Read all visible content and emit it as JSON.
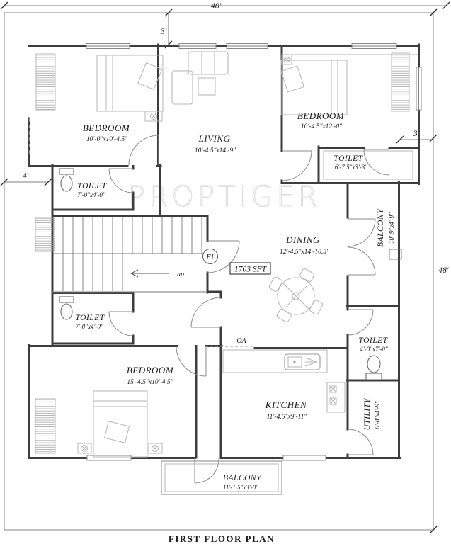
{
  "plan": {
    "title": "FIRST FLOOR PLAN",
    "watermark": "PROPTIGER",
    "area_label": "1703  SFT",
    "flat_label": "F1",
    "stair_direction": "up",
    "open_area_label": "OA"
  },
  "dimensions": {
    "total_width": "40'",
    "total_height": "48'",
    "setback_top": "3'",
    "setback_left": "4'",
    "setback_right": "3'"
  },
  "rooms": [
    {
      "id": "bedroom-top-left",
      "name": "BEDROOM",
      "dims": "10'-0\"x10'-4.5\""
    },
    {
      "id": "living",
      "name": "LIVING",
      "dims": "10'-4.5\"x14'-9\""
    },
    {
      "id": "bedroom-top-right",
      "name": "BEDROOM",
      "dims": "10'-4.5\"x12'-0\""
    },
    {
      "id": "toilet-top-right",
      "name": "TOILET",
      "dims": "6'-7.5\"x3'-3\""
    },
    {
      "id": "toilet-mid-left",
      "name": "TOILET",
      "dims": "7'-0\"x4'-0\""
    },
    {
      "id": "balcony-right",
      "name": "BALCONY",
      "dims": "10'-9\"x4'-9\""
    },
    {
      "id": "dining",
      "name": "DINING",
      "dims": "12'-4.5\"x14'-10.5\""
    },
    {
      "id": "toilet-bottom-left",
      "name": "TOILET",
      "dims": "7'-0\"x4'-0\""
    },
    {
      "id": "bedroom-bottom",
      "name": "BEDROOM",
      "dims": "15'-4.5\"x10'-4.5\""
    },
    {
      "id": "toilet-bottom-right",
      "name": "TOILET",
      "dims": "4'-0\"x7'-0\""
    },
    {
      "id": "kitchen",
      "name": "KITCHEN",
      "dims": "11'-4.5\"x9'-11\""
    },
    {
      "id": "utility",
      "name": "UTILITY",
      "dims": "6'-8\"x4'-9\""
    },
    {
      "id": "balcony-bottom",
      "name": "BALCONY",
      "dims": "11'-1.5\"x3'-0\""
    }
  ]
}
